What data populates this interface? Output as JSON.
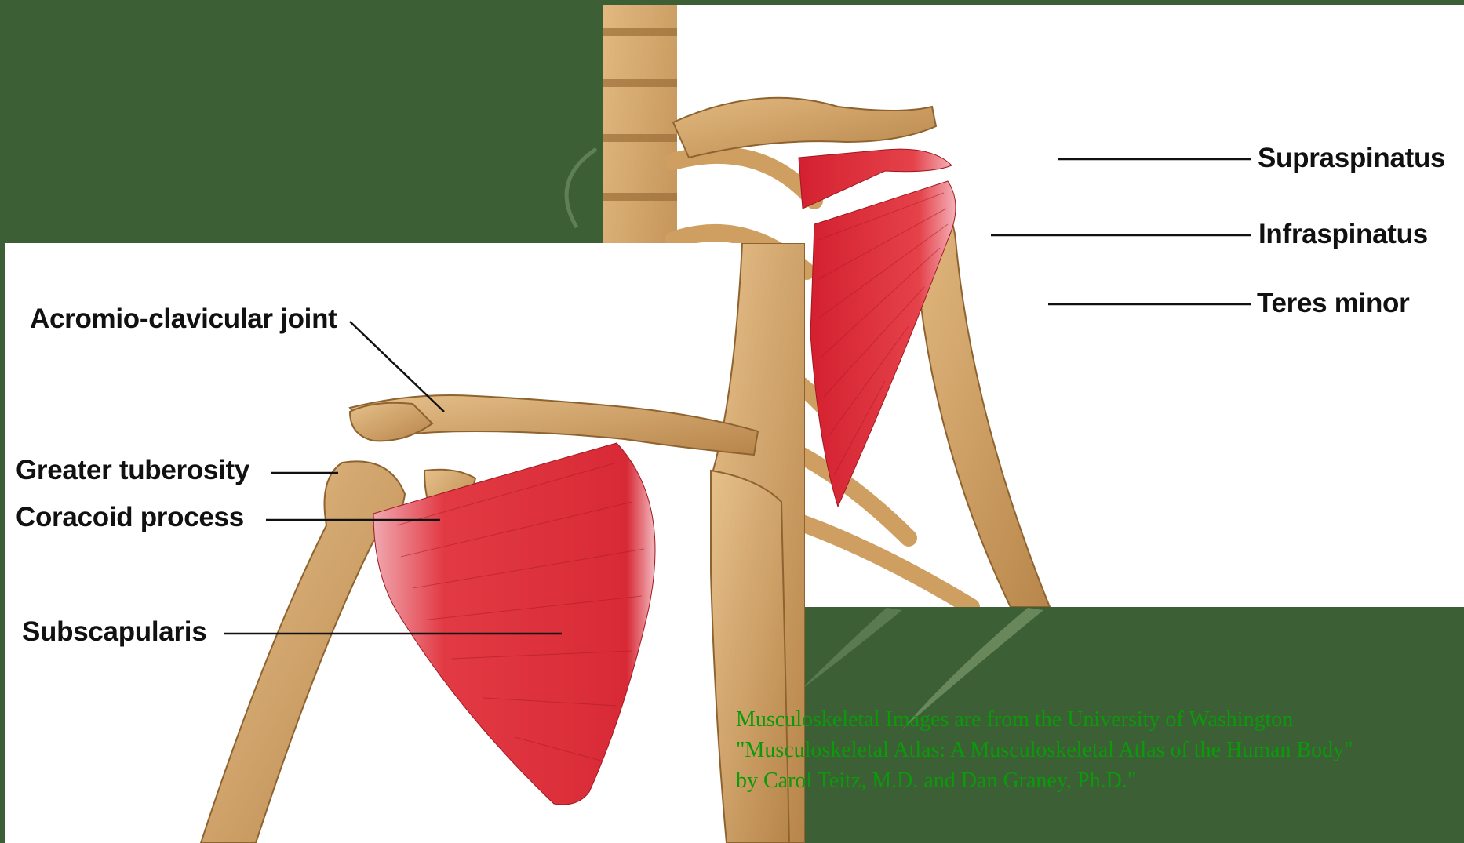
{
  "colors": {
    "background": "#3d5f35",
    "bone": "#d6a86a",
    "muscle": "#e0303a",
    "credit_text": "#0a9a0a"
  },
  "posterior_view": {
    "labels": {
      "supraspinatus": "Supraspinatus",
      "infraspinatus": "Infraspinatus",
      "teres_minor": "Teres minor"
    }
  },
  "anterior_view": {
    "labels": {
      "acromio_clavicular_joint": "Acromio-clavicular joint",
      "greater_tuberosity": "Greater tuberosity",
      "coracoid_process": "Coracoid process",
      "subscapularis": "Subscapularis"
    }
  },
  "credit": {
    "line1": "Musculoskeletal Images are from the University of Washington",
    "line2": "\"Musculoskeletal Atlas: A Musculoskeletal Atlas of the Human Body\"",
    "line3": "by Carol Teitz, M.D. and Dan Graney, Ph.D.\""
  }
}
